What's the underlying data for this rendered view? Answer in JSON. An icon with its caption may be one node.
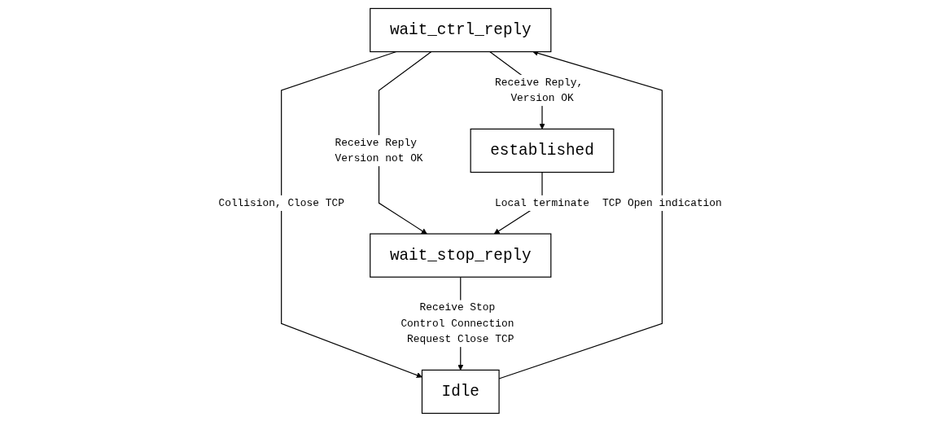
{
  "diagram": {
    "nodes": [
      {
        "text": [
          "wait_ctrl_reply"
        ]
      },
      {
        "text": [
          "Idle"
        ]
      },
      {
        "text": [
          "established"
        ]
      },
      {
        "text": [
          "wait_stop_reply"
        ]
      }
    ],
    "edges": [
      {
        "from": 1,
        "to": 0,
        "arrow": "to",
        "label": "TCP Open indication"
      },
      {
        "from": 0,
        "to": 1,
        "arrow": "to",
        "label": "Collision, Close TCP"
      },
      {
        "from": 0,
        "to": 2,
        "arrow": "to",
        "label": "Receive Reply, Version OK"
      },
      {
        "from": 0,
        "to": 3,
        "arrow": "to",
        "label": "Receive Reply Version not OK"
      },
      {
        "from": 2,
        "to": 3,
        "arrow": "to",
        "label": "Local terminate"
      },
      {
        "from": 3,
        "to": 1,
        "arrow": "to",
        "label": "Receive Stop Control Connection Request Close TCP"
      }
    ]
  }
}
